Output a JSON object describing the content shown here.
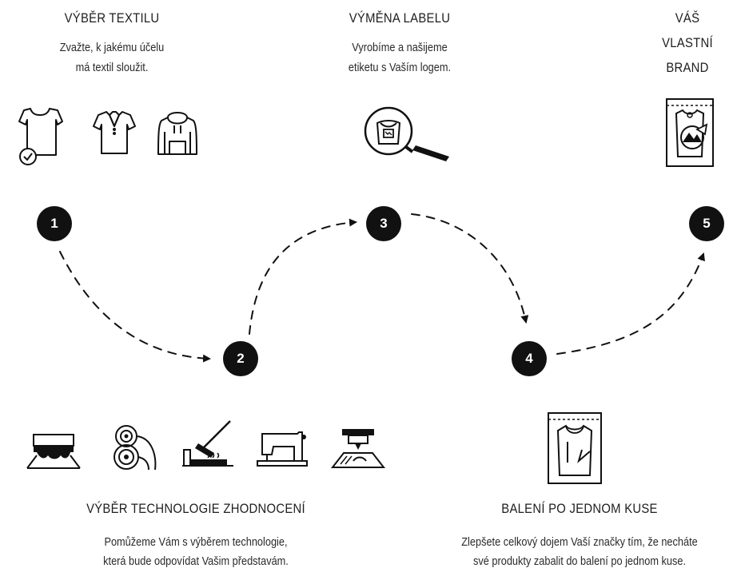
{
  "steps": [
    {
      "number": "1",
      "title": "VÝBĚR TEXTILU",
      "desc_lines": [
        "Zvažte, k jakému účelu",
        "má textil sloužit."
      ]
    },
    {
      "number": "2",
      "title": "VÝBĚR TECHNOLOGIE ZHODNOCENÍ",
      "desc_lines": [
        "Pomůžeme Vám s výběrem technologie,",
        "která bude odpovídat Vašim představám."
      ]
    },
    {
      "number": "3",
      "title": "VÝMĚNA LABELU",
      "desc_lines": [
        "Vyrobíme a našijeme",
        "etiketu s Vaším logem."
      ]
    },
    {
      "number": "4",
      "title": "BALENÍ PO JEDNOM KUSE",
      "desc_lines": [
        "Zlepšete celkový dojem Vaší značky tím, že necháte",
        "své produkty zabalit do balení po jednom kuse."
      ]
    },
    {
      "number": "5",
      "title_lines": [
        "VÁŠ",
        "VLASTNÍ",
        "BRAND"
      ]
    }
  ],
  "icons": {
    "textiles": [
      "tshirt-check-icon",
      "polo-shirt-icon",
      "hoodie-icon"
    ],
    "technologies": [
      "screen-print-icon",
      "thread-spools-icon",
      "heat-press-icon",
      "sewing-machine-icon",
      "dtg-printer-icon"
    ],
    "label": "magnifier-label-icon",
    "package": "bagged-shirt-icon",
    "brand": "branded-package-icon"
  },
  "colors": {
    "ink": "#1e1e1e",
    "badge": "#111111",
    "badge_text": "#ffffff"
  }
}
